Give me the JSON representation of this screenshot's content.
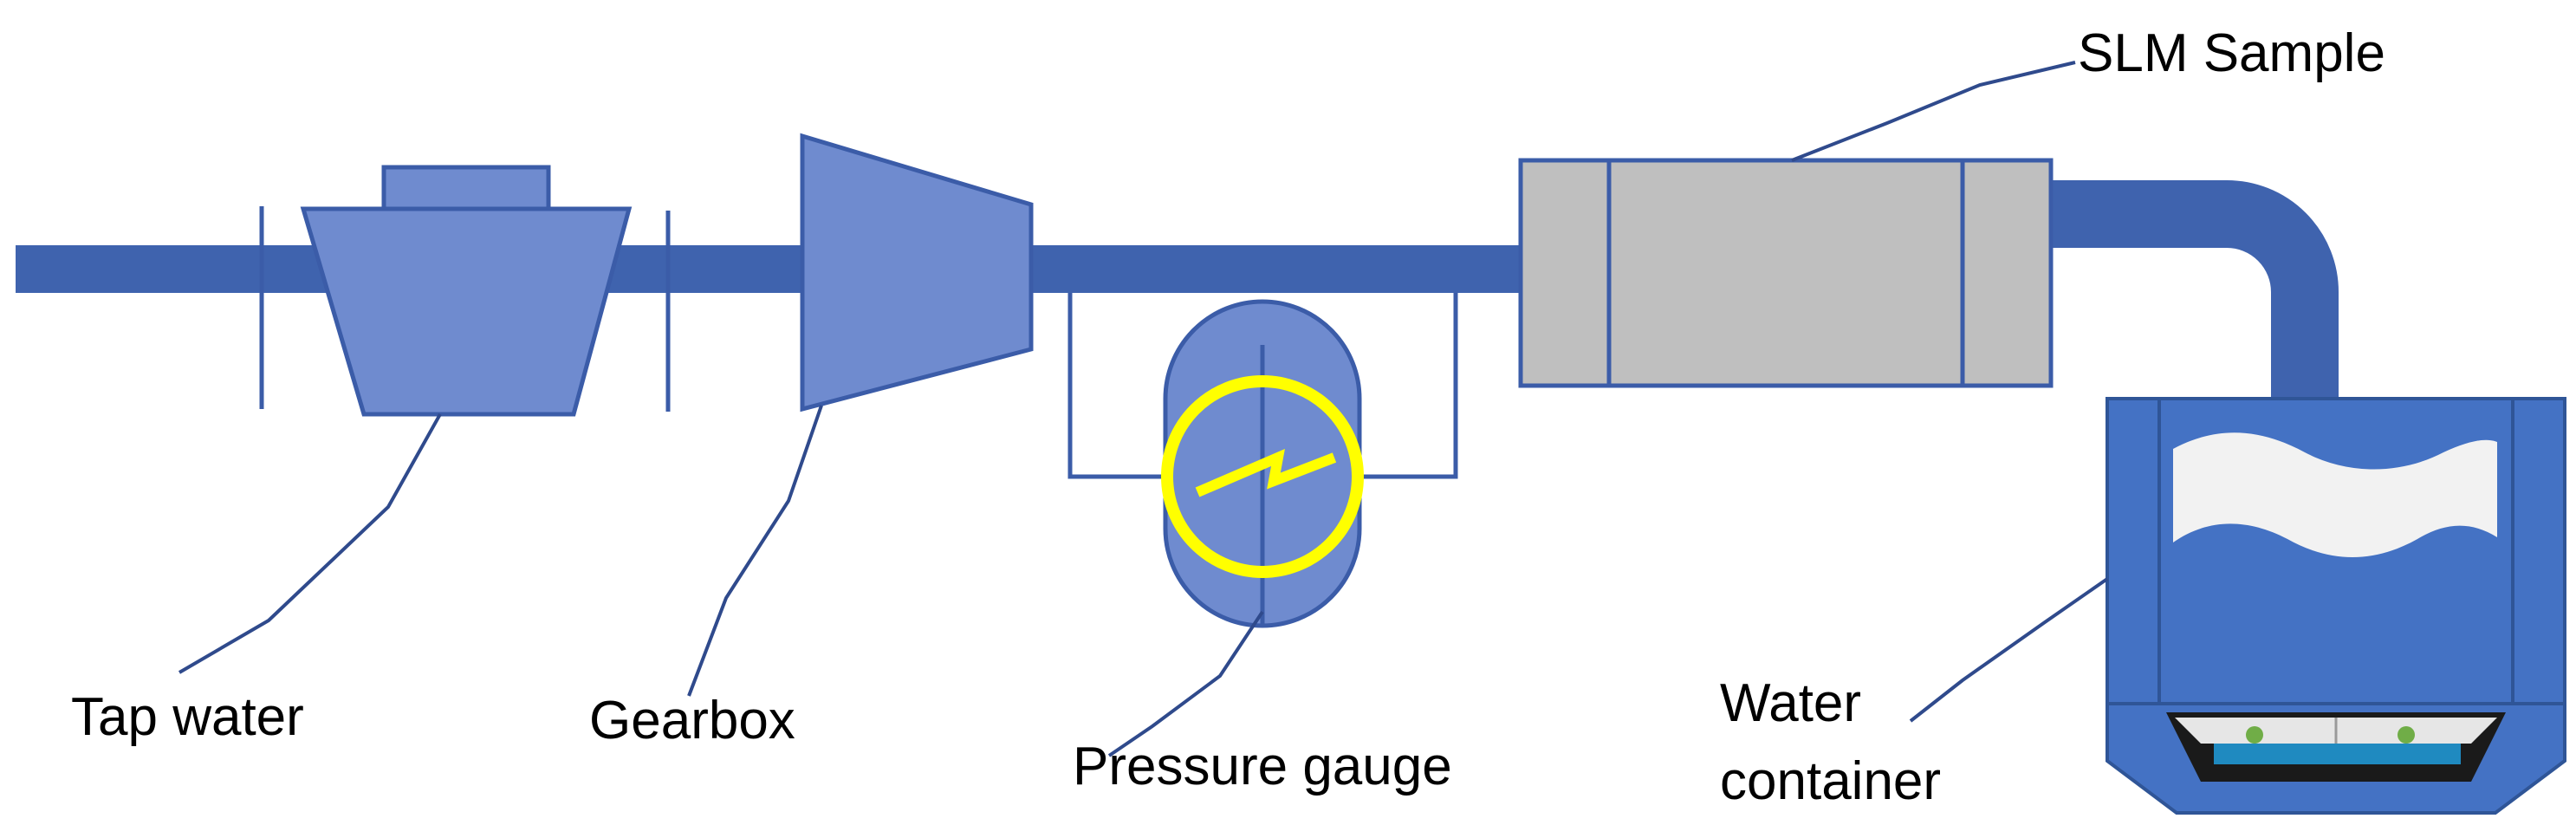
{
  "labels": {
    "tap_water": "Tap water",
    "gearbox": "Gearbox",
    "pressure_gauge": "Pressure gauge",
    "slm_sample": "SLM Sample",
    "water_container_line1": "Water",
    "water_container_line2": "container"
  },
  "colors": {
    "pipe": "#3F63AE",
    "component_fill": "#6F8BCF",
    "component_stroke": "#3B5CA8",
    "sample_fill": "#BFBFBF",
    "gauge_dial": "#FFFF00",
    "container_fill": "#4472C4",
    "container_dark": "#2F5597",
    "wave_fill": "#F2F2F2",
    "leader_line": "#2F4A8C"
  }
}
